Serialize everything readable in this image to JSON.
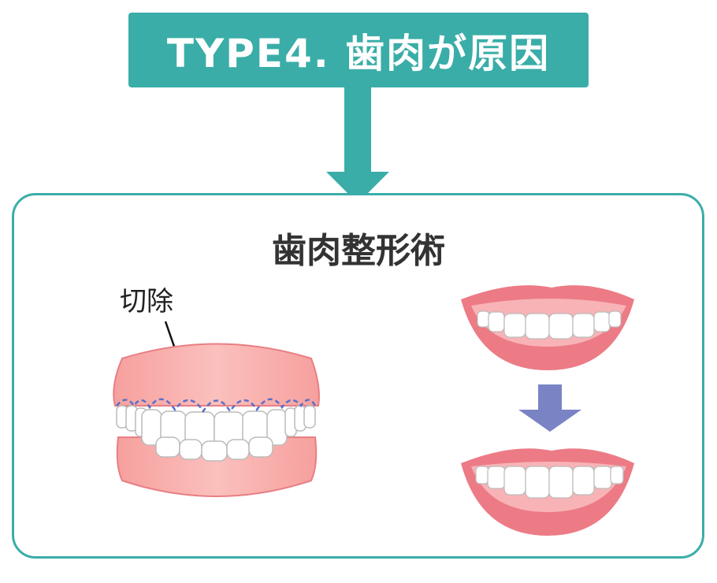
{
  "header": {
    "title": "TYPE4. 歯肉が原因"
  },
  "panel": {
    "title": "歯肉整形術",
    "cut_label": "切除"
  },
  "colors": {
    "teal": "#3aada8",
    "gum": "#f6a8a6",
    "lip": "#ec7b86",
    "arrow": "#7a84c4",
    "cut_line": "#5a6fc8"
  }
}
